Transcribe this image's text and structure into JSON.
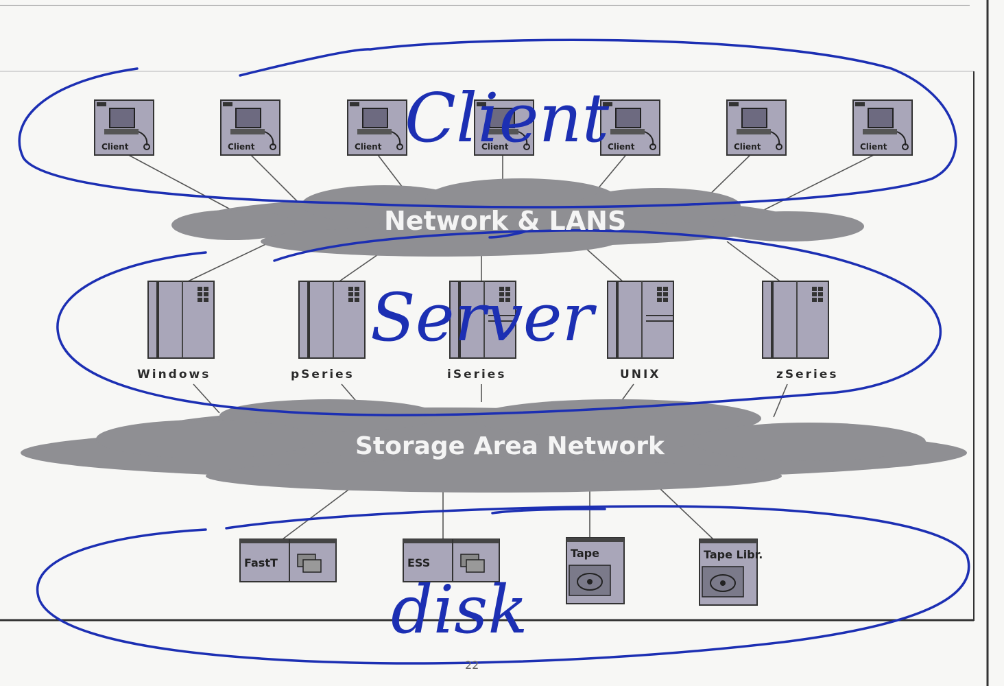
{
  "diagram": {
    "clients": [
      "Client",
      "Client",
      "Client",
      "Client",
      "Client",
      "Client",
      "Client"
    ],
    "network_label": "Network & LANS",
    "servers": [
      "Windows",
      "pSeries",
      "iSeries",
      "UNIX",
      "zSeries"
    ],
    "san_label": "Storage Area Network",
    "storage": [
      "FastT",
      "ESS",
      "Tape",
      "Tape Libr."
    ]
  },
  "page_number": "22",
  "annotations": {
    "client": "Client",
    "server": "Server",
    "disk": "disk"
  },
  "colors": {
    "cloud": "#8f8f93",
    "device_fill": "#a9a6b9",
    "ink": "#1c2fb3",
    "line": "#555555"
  }
}
